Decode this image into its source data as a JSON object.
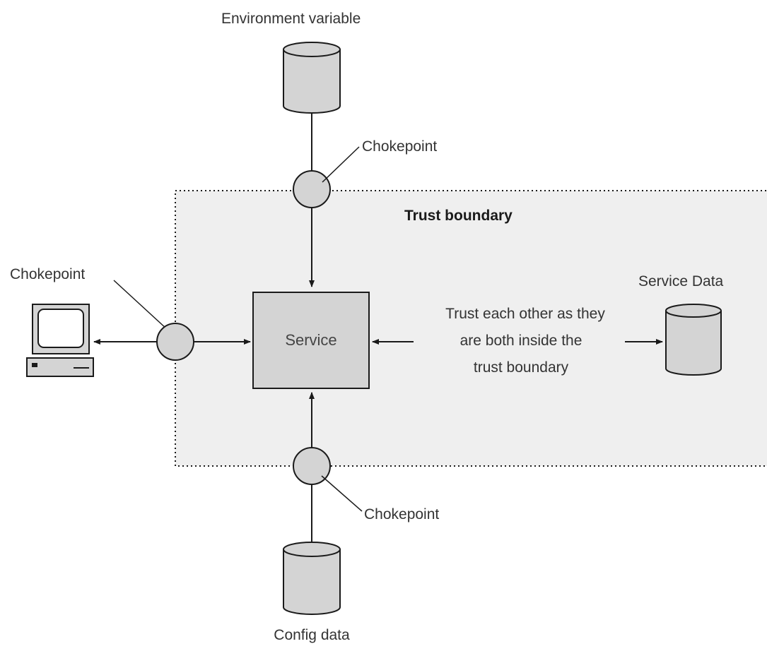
{
  "diagram": {
    "trust_boundary_label": "Trust boundary",
    "service_label": "Service",
    "environment_variable_label": "Environment variable",
    "config_data_label": "Config data",
    "service_data_label": "Service Data",
    "chokepoint_top_label": "Chokepoint",
    "chokepoint_left_label": "Chokepoint",
    "chokepoint_bottom_label": "Chokepoint",
    "trust_note_lines": [
      "Trust each other as they",
      "are both inside the",
      "trust boundary"
    ]
  },
  "colors": {
    "fill_gray": "#d4d4d4",
    "boundary_fill": "#efefef",
    "stroke": "#1a1a1a"
  }
}
